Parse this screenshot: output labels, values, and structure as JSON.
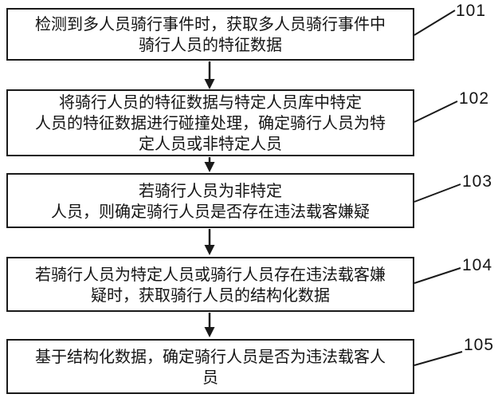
{
  "figure": {
    "type": "flowchart",
    "background_color": "#ffffff",
    "line_color": "#1a1a1a",
    "text_color": "#141414"
  },
  "steps": [
    {
      "id": "101",
      "lines": [
        "检测到多人员骑行事件时，获取多人员骑行事件中",
        "骑行人员的特征数据"
      ]
    },
    {
      "id": "102",
      "lines": [
        "将骑行人员的特征数据与特定人员库中特定",
        "人员的特征数据进行碰撞处理，确定骑行人员为特",
        "定人员或非特定人员"
      ]
    },
    {
      "id": "103",
      "lines": [
        "若骑行人员为非特定",
        "人员，则确定骑行人员是否存在违法载客嫌疑"
      ]
    },
    {
      "id": "104",
      "lines": [
        "若骑行人员为特定人员或骑行人员存在违法载客嫌",
        "疑时，获取骑行人员的结构化数据"
      ]
    },
    {
      "id": "105",
      "lines": [
        "基于结构化数据，确定骑行人员是否为违法载客人",
        "员"
      ]
    }
  ]
}
